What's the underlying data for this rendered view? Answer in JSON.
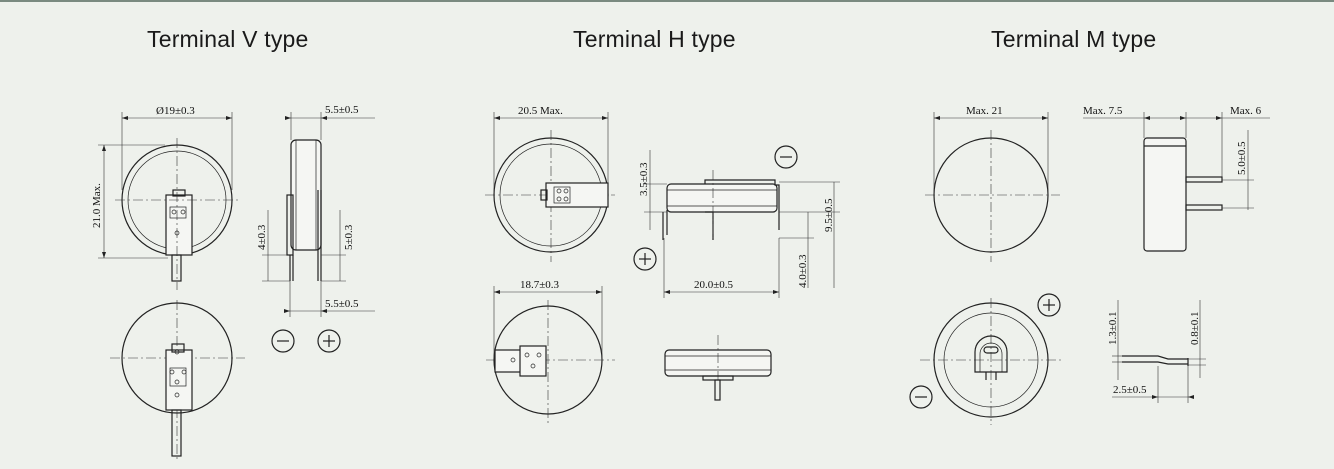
{
  "titles": {
    "v": "Terminal V type",
    "h": "Terminal H type",
    "m": "Terminal M type"
  },
  "dims": {
    "v_dia": "Ø19±0.3",
    "v_height": "21.0 Max.",
    "v_thick_top": "5.5±0.5",
    "v_thick_bottom": "5.5±0.5",
    "v_lead_neg": "4±0.3",
    "v_lead_pos": "5±0.3",
    "h_width_top": "20.5 Max.",
    "h_width_bottom": "18.7±0.3",
    "h_height": "3.5±0.3",
    "h_side": "9.5±0.5",
    "h_lead": "4.0±0.3",
    "h_pitch": "20.0±0.5",
    "m_dia": "Max. 21",
    "m_thick": "Max. 7.5",
    "m_lead_len": "Max. 6",
    "m_pitch": "5.0±0.5",
    "m_t1": "1.3±0.1",
    "m_t2": "0.8±0.1",
    "m_w": "2.5±0.5"
  },
  "polarity": {
    "neg": "−",
    "pos": "+"
  },
  "colors": {
    "background": "#eef1ec",
    "line": "#222222"
  }
}
